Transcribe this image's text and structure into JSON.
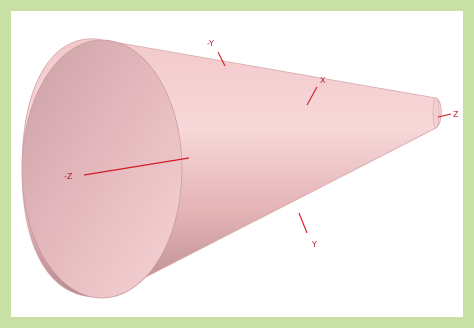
{
  "scene": {
    "border_color": "#c8e0a4",
    "background_color": "#ffffff",
    "object": "cone",
    "surface_color": "#f0c8ca",
    "axis_color": "#d11a24",
    "axes": [
      {
        "id": "neg-z",
        "label": "-Z"
      },
      {
        "id": "neg-y",
        "label": "-Y"
      },
      {
        "id": "x",
        "label": "X"
      },
      {
        "id": "z",
        "label": "Z"
      },
      {
        "id": "y",
        "label": "Y"
      }
    ]
  }
}
